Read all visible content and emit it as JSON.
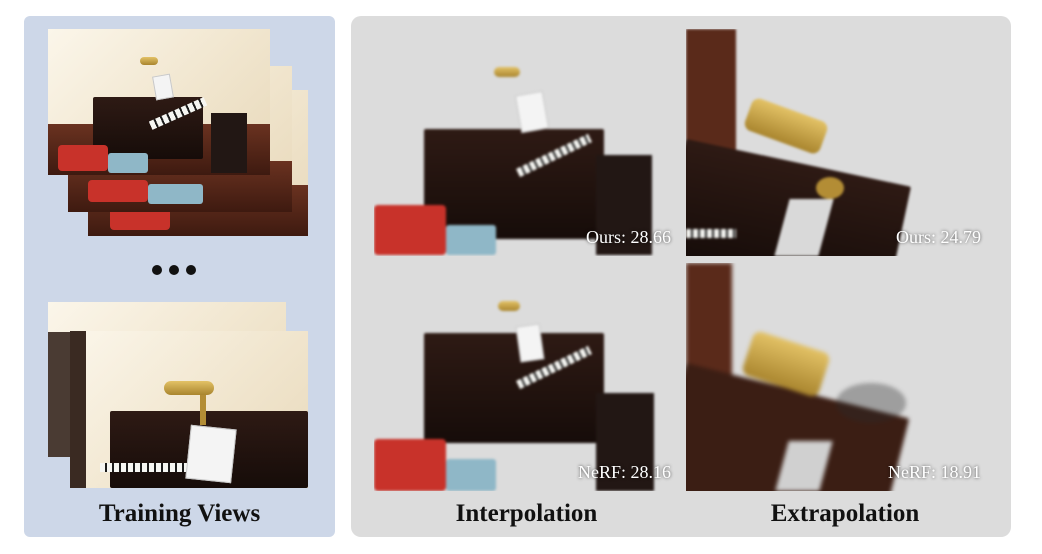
{
  "panels": {
    "training": {
      "caption": "Training Views"
    },
    "results": {
      "interpolation_caption": "Interpolation",
      "extrapolation_caption": "Extrapolation"
    }
  },
  "metrics": {
    "ours_interp": "Ours: 28.66",
    "ours_extrap": "Ours: 24.79",
    "nerf_interp": "NeRF: 28.16",
    "nerf_extrap": "NeRF: 18.91"
  },
  "colors": {
    "left_panel_bg": "#cdd7e8",
    "right_panel_bg": "#dcdcdc"
  }
}
